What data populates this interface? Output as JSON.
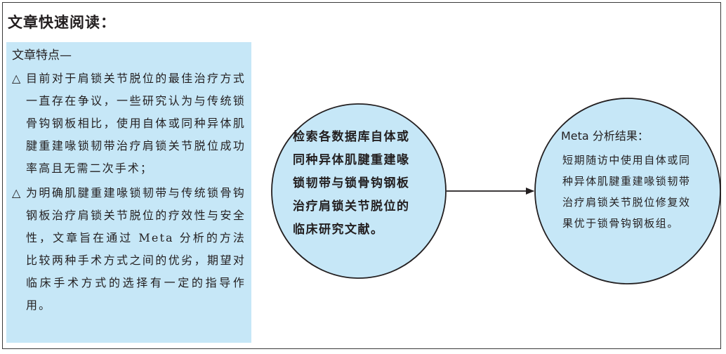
{
  "title": "文章快速阅读：",
  "features": {
    "heading": "文章特点—",
    "bullet_symbol": "△",
    "points": [
      "目前对于肩锁关节脱位的最佳治疗方式一直存在争议，一些研究认为与传统锁骨钩钢板相比，使用自体或同种异体肌腱重建喙锁韧带治疗肩锁关节脱位成功率高且无需二次手术；",
      "为明确肌腱重建喙锁韧带与传统锁骨钩钢板治疗肩锁关节脱位的疗效性与安全性，文章旨在通过 Meta 分析的方法比较两种手术方式之间的优劣，期望对临床手术方式的选择有一定的指导作用。"
    ]
  },
  "flow": {
    "source_text": "检索各数据库自体或同种异体肌腱重建喙锁韧带与锁骨钩钢板治疗肩锁关节脱位的临床研究文献。",
    "result_heading": "Meta 分析结果：",
    "result_text": "短期随访中使用自体或同种异体肌腱重建喙锁韧带治疗肩锁关节脱位修复效果优于锁骨钩钢板组。"
  },
  "colors": {
    "panel_fill": "#c6e7f7",
    "circle_fill": "#c6e7f7",
    "stroke": "#231f20"
  }
}
